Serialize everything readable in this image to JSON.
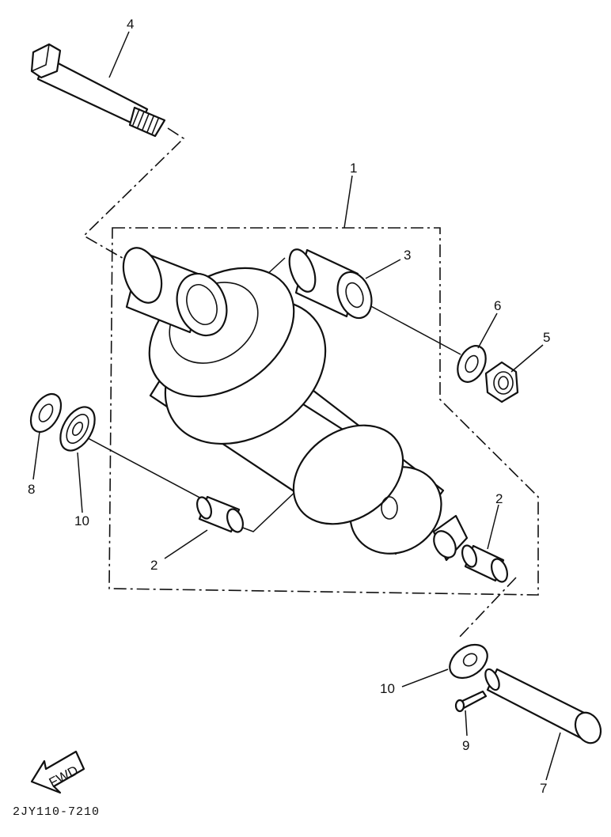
{
  "callouts": {
    "c1": "1",
    "c2a": "2",
    "c2b": "2",
    "c3": "3",
    "c4": "4",
    "c5": "5",
    "c6": "6",
    "c7": "7",
    "c8": "8",
    "c9": "9",
    "c10a": "10",
    "c10b": "10"
  },
  "fwd_label": "FWD",
  "diagram_code": "2JY110-7210",
  "colors": {
    "ink": "#111111",
    "paper": "#ffffff"
  }
}
